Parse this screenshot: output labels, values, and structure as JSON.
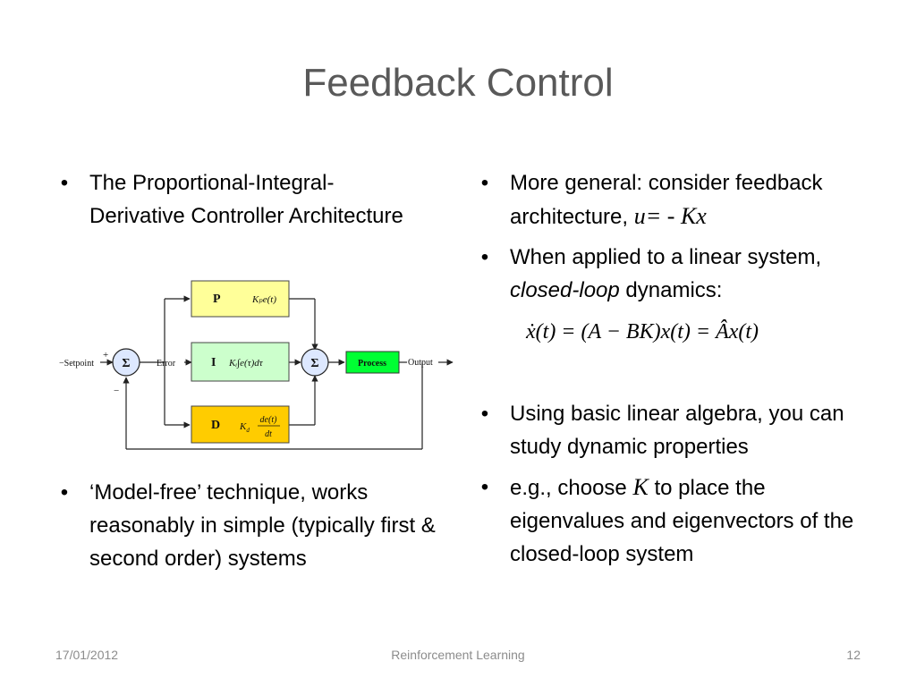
{
  "slide": {
    "title": "Feedback Control",
    "left_bullets": [
      "The Proportional-Integral-Derivative Controller Architecture",
      "‘Model-free’ technique, works reasonably in simple (typically first & second order) systems"
    ],
    "right": {
      "b1_text": "More general: consider feedback architecture,",
      "b1_math": "u= - Kx",
      "b2_text1": "When applied to a linear system,",
      "b2_emph": "closed-loop",
      "b2_text2": "dynamics:",
      "equation": "ẋ(t) = (A − BK)x(t) = Âx(t)",
      "b3_text": "Using basic linear algebra, you can study dynamic properties",
      "b4_text1": "e.g., choose",
      "b4_math": "K",
      "b4_text2": "to place the eigenvalues and eigenvectors of the closed-loop system"
    },
    "bullet_glyph": "•"
  },
  "diagram": {
    "setpoint": "Setpoint",
    "plus": "+",
    "minus": "−",
    "sum": "Σ",
    "error": "Error",
    "p_letter": "P",
    "p_formula": "Kₚe(t)",
    "i_letter": "I",
    "i_formula": "Kᵢ∫e(τ)dτ",
    "d_letter": "D",
    "d_formula_k": "K",
    "d_formula_sub": "d",
    "d_num": "de(t)",
    "d_den": "dt",
    "process": "Process",
    "output": "Output",
    "colors": {
      "p_box": "#ffff99",
      "i_box": "#ccffcc",
      "d_box": "#ffcc00",
      "process_box": "#00ff33"
    }
  },
  "footer": {
    "date": "17/01/2012",
    "topic": "Reinforcement Learning",
    "page": "12"
  }
}
